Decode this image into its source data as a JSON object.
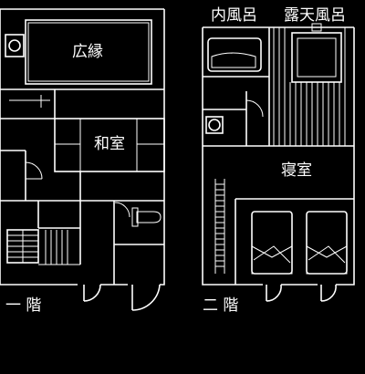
{
  "floors": {
    "first": {
      "label": "一 階",
      "rooms": {
        "engawa": "広縁",
        "washitsu": "和室"
      }
    },
    "second": {
      "label": "二 階",
      "rooms": {
        "uchiburo": "内風呂",
        "rotenburo": "露天風呂",
        "shinshitsu": "寝室"
      }
    }
  },
  "colors": {
    "background": "#000000",
    "lines": "#ffffff"
  }
}
